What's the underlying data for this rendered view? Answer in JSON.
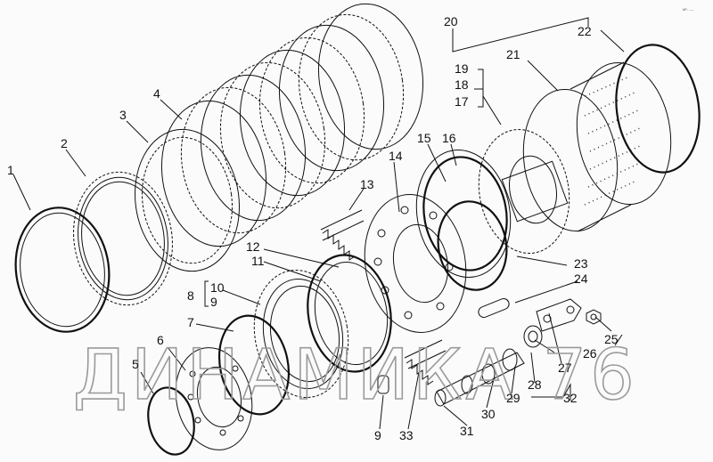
{
  "labels": [
    "1",
    "2",
    "3",
    "4",
    "5",
    "6",
    "7",
    "8",
    "9",
    "10",
    "9",
    "11",
    "12",
    "13",
    "14",
    "15",
    "16",
    "17",
    "18",
    "19",
    "20",
    "21",
    "22",
    "23",
    "24",
    "25",
    "26",
    "27",
    "28",
    "29",
    "30",
    "31",
    "32",
    "33",
    "9"
  ],
  "watermark": "ДИНАМИКА 76",
  "corner_code": "kP- ----"
}
